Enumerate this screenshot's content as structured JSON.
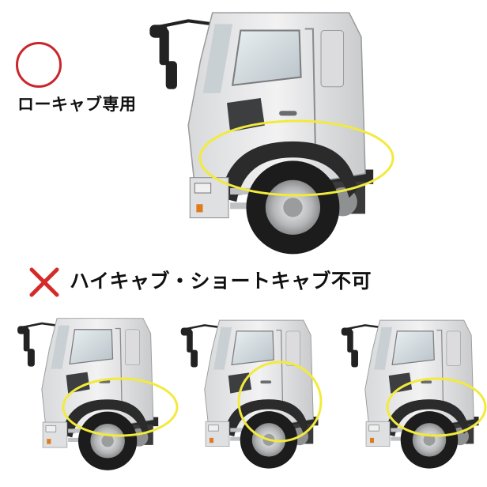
{
  "compatible": {
    "icon": "circle-ok-icon",
    "label": "ローキャブ専用",
    "mark_color": "#c9262c"
  },
  "incompatible": {
    "icon": "cross-ng-icon",
    "label": "ハイキャブ・ショートキャブ不可",
    "mark_color": "#d42a2a"
  },
  "highlight_color": "#f2ea3c",
  "images": [
    {
      "name": "low-cab-truck",
      "icon": "truck-image"
    },
    {
      "name": "high-cab-truck",
      "icon": "truck-image"
    },
    {
      "name": "short-cab-truck-1",
      "icon": "truck-image"
    },
    {
      "name": "short-cab-truck-2",
      "icon": "truck-image"
    }
  ]
}
